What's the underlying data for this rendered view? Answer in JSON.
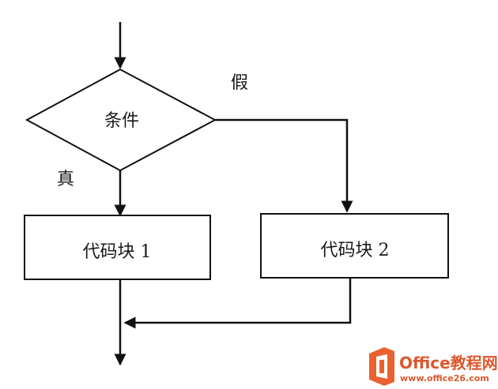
{
  "diagram": {
    "condition_label": "条件",
    "false_label": "假",
    "true_label": "真",
    "block1_label": "代码块 1",
    "block2_label": "代码块 2"
  },
  "watermark": {
    "brand": "Office教程网",
    "url": "www.office26.com",
    "logo_color": "#e8541e",
    "text_color": "#d94a1c"
  }
}
